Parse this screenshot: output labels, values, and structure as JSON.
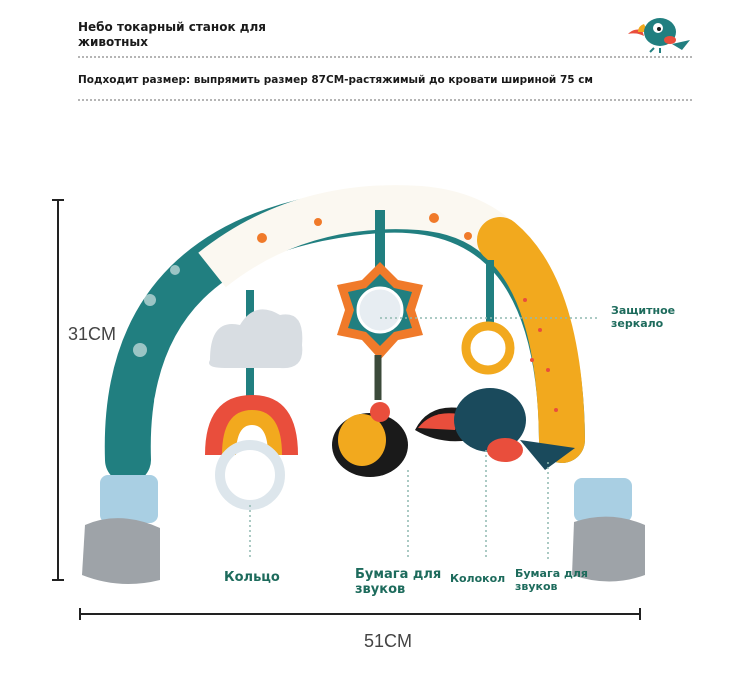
{
  "header": {
    "title": "Небо токарный станок для животных",
    "subtitle": "Подходит размер: выпрямить размер 87CM-растяжимый до кровати шириной 75 см"
  },
  "dimensions": {
    "height_label": "31CM",
    "width_label": "51CM"
  },
  "callouts": {
    "mirror": "Защитное зеркало",
    "ring": "Кольцо",
    "paper_left": "Бумага для звуков",
    "bell": "Колокол",
    "paper_right": "Бумага для звуков"
  },
  "colors": {
    "teal": "#217f80",
    "yellow": "#f2a91e",
    "callout_text": "#1d6b5c",
    "clip_blue": "#a9cfe3",
    "orange": "#f07a2a"
  },
  "icons": {
    "logo": "toucan-logo-icon"
  }
}
